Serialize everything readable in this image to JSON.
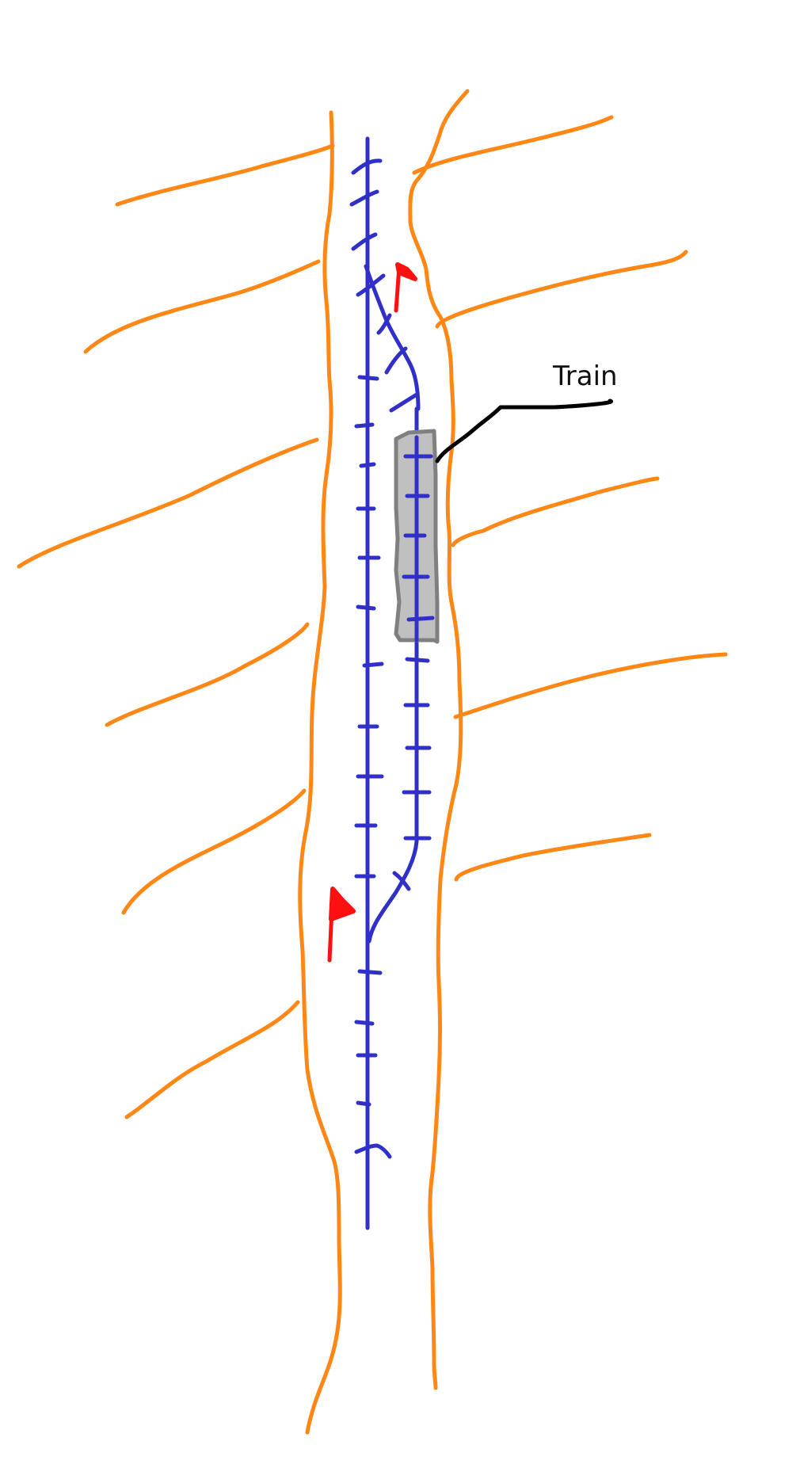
{
  "diagram": {
    "labels": {
      "train": "Train"
    },
    "colors": {
      "embankment": "#ff8716",
      "track": "#3030c8",
      "signal": "#ff1010",
      "train_fill": "#c0c0c0",
      "train_stroke": "#808080",
      "leader_line": "#000000",
      "background": "#ffffff"
    },
    "elements": {
      "tracks": [
        "main-track",
        "siding-track"
      ],
      "switches": [
        "north-switch",
        "south-switch"
      ],
      "signals": [
        "north-signal",
        "south-signal"
      ],
      "vehicles": [
        "train"
      ]
    }
  }
}
